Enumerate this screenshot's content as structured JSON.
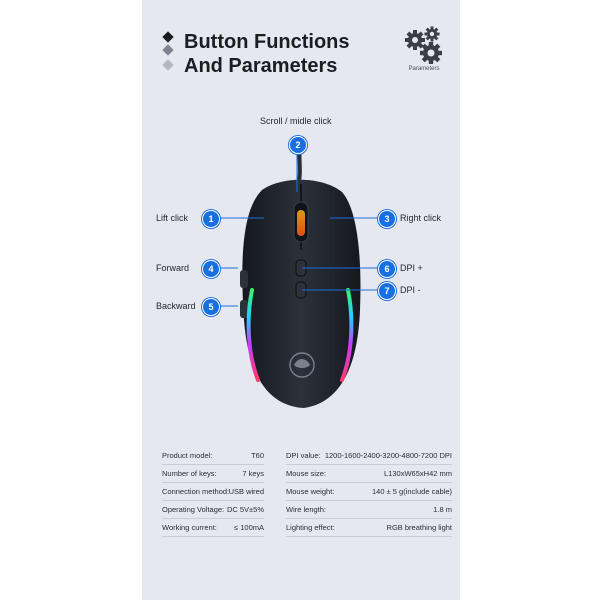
{
  "header": {
    "title_line1": "Button Functions",
    "title_line2": "And Parameters",
    "icon": "gears-icon",
    "icon_caption": "Parameters"
  },
  "callouts": [
    {
      "num": "1",
      "label": "Lift click"
    },
    {
      "num": "2",
      "label": "Scroll / midle click"
    },
    {
      "num": "3",
      "label": "Right click"
    },
    {
      "num": "4",
      "label": "Forward"
    },
    {
      "num": "5",
      "label": "Backward"
    },
    {
      "num": "6",
      "label": "DPI +"
    },
    {
      "num": "7",
      "label": "DPI -"
    }
  ],
  "specs_left": [
    {
      "key": "Product model:",
      "value": "T60"
    },
    {
      "key": "Number of keys:",
      "value": "7 keys"
    },
    {
      "key": "Connection method:",
      "value": "USB wired"
    },
    {
      "key": "Operating Voltage:",
      "value": "DC 5V±5%"
    },
    {
      "key": "Working current:",
      "value": "≤ 100mA"
    }
  ],
  "specs_right": [
    {
      "key": "DPI value:",
      "value": "1200-1600-2400-3200-4800-7200 DPI"
    },
    {
      "key": "Mouse size:",
      "value": "L130xW65xH42 mm"
    },
    {
      "key": "Mouse weight:",
      "value": "140 ± 5 g(include cable)"
    },
    {
      "key": "Wire length:",
      "value": "1.8 m"
    },
    {
      "key": "Lighting effect:",
      "value": "RGB breathing light"
    }
  ],
  "colors": {
    "accent": "#1a6fe0",
    "panel": "#e5e8ee",
    "mouse": "#1d2128"
  }
}
